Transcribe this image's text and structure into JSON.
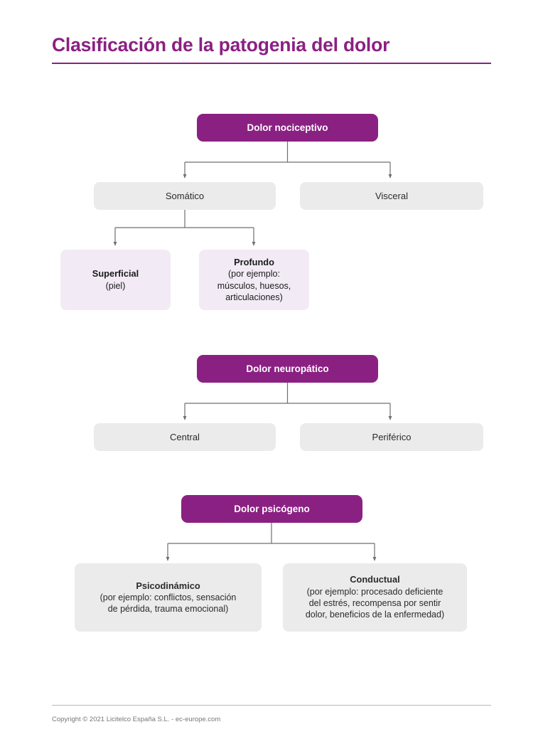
{
  "document": {
    "title": "Clasificación de la patogenia del dolor",
    "accent_color": "#8B2083",
    "background_color": "#ffffff",
    "box_gray_color": "#ebebeb",
    "box_lavender_color": "#f2ebf5",
    "connector_color": "#6f6f6f"
  },
  "footer": {
    "copyright": "Copyright © 2021 Licitelco España S.L. - ec-europe.com"
  },
  "chart_data": {
    "type": "diagram",
    "subtype": "hierarchy-tree",
    "title": "Clasificación de la patogenia del dolor",
    "trees": [
      {
        "id": "nociceptivo",
        "root": "Dolor nociceptivo",
        "levels": [
          [
            "Somático",
            "Visceral"
          ],
          [
            "Superficial",
            "Profundo"
          ]
        ]
      },
      {
        "id": "neuropatico",
        "root": "Dolor neuropático",
        "levels": [
          [
            "Central",
            "Periférico"
          ]
        ]
      },
      {
        "id": "psicogeno",
        "root": "Dolor psicógeno",
        "levels": [
          [
            "Psicodinámico",
            "Conductual"
          ]
        ]
      }
    ]
  },
  "tree_nociceptivo": {
    "root": {
      "label": "Dolor nociceptivo"
    },
    "level2": [
      {
        "label": "Somático"
      },
      {
        "label": "Visceral"
      }
    ],
    "level3": [
      {
        "title": "Superficial",
        "lines": [
          "(piel)"
        ]
      },
      {
        "title": "Profundo",
        "lines": [
          "(por ejemplo:",
          "músculos, huesos,",
          "articulaciones)"
        ]
      }
    ]
  },
  "tree_neuropatico": {
    "root": {
      "label": "Dolor neuropático"
    },
    "level2": [
      {
        "label": "Central"
      },
      {
        "label": "Periférico"
      }
    ]
  },
  "tree_psicogeno": {
    "root": {
      "label": "Dolor psicógeno"
    },
    "level2": [
      {
        "title": "Psicodinámico",
        "lines": [
          "(por ejemplo: conflictos, sensación",
          "de pérdida, trauma emocional)"
        ]
      },
      {
        "title": "Conductual",
        "lines": [
          "(por ejemplo: procesado deficiente",
          "del estrés, recompensa por sentir",
          "dolor, beneficios de la enfermedad)"
        ]
      }
    ]
  }
}
